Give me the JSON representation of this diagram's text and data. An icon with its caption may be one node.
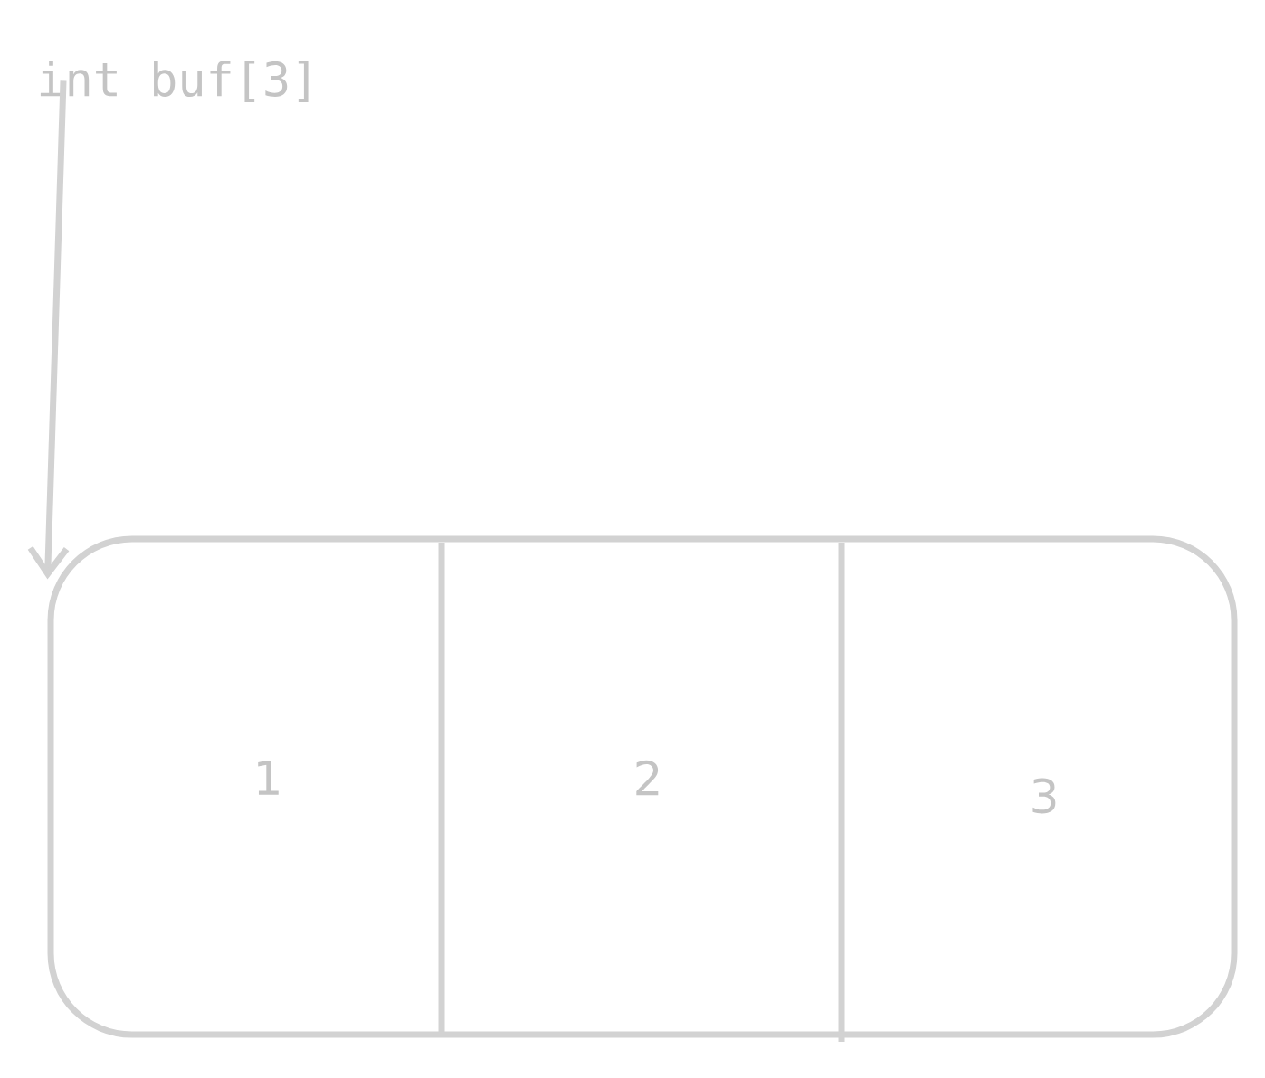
{
  "diagram": {
    "nodes": [
      {
        "text": [
          "int buf[3]"
        ]
      },
      {
        "text": [],
        "shape": "box"
      },
      {
        "text": [
          "1"
        ],
        "in": 1
      },
      {
        "text": [
          "2"
        ],
        "in": 1
      },
      {
        "text": [
          "3"
        ],
        "in": 1
      }
    ],
    "edges": [
      {
        "from": 0,
        "to": 1,
        "arrow": "to"
      }
    ]
  }
}
